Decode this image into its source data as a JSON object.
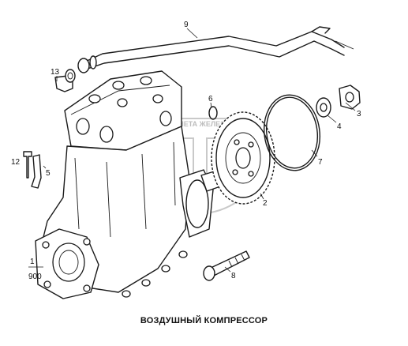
{
  "title": "ВОЗДУШНЫЙ КОМПРЕССОР",
  "watermark_text": "ПЛАНЕТА ЖЕЛЕЗЯКА",
  "labels": {
    "part_1": "1",
    "part_1_ref": "900",
    "part_2": "2",
    "part_3": "3",
    "part_4": "4",
    "part_5": "5",
    "part_6": "6",
    "part_7": "7",
    "part_8": "8",
    "part_9": "9",
    "part_12": "12",
    "part_13": "13"
  },
  "colors": {
    "line": "#1a1a1a",
    "watermark": "#c9c9c9",
    "background": "#ffffff"
  }
}
